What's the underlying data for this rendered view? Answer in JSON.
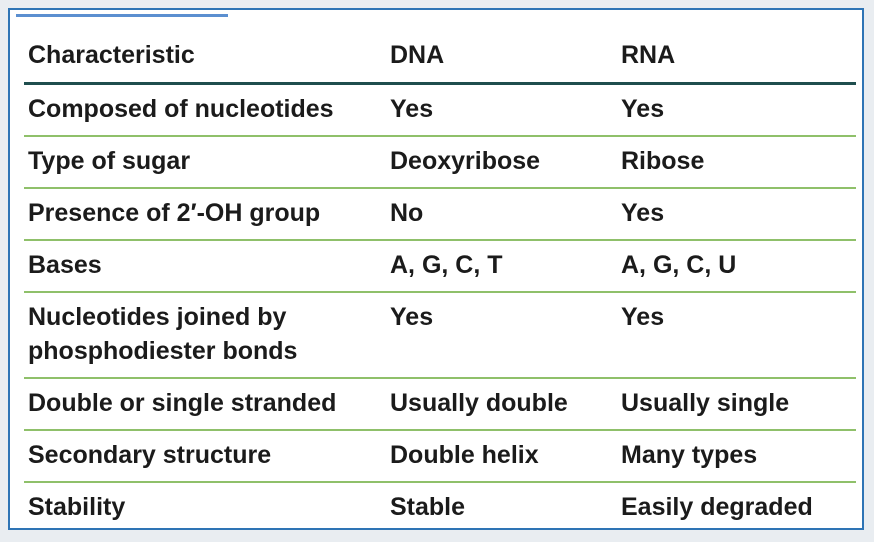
{
  "table": {
    "headers": [
      "Characteristic",
      "DNA",
      "RNA"
    ],
    "rows": [
      {
        "characteristic": [
          "Composed of nucleotides"
        ],
        "dna": "Yes",
        "rna": "Yes"
      },
      {
        "characteristic": [
          "Type of sugar"
        ],
        "dna": "Deoxyribose",
        "rna": "Ribose"
      },
      {
        "characteristic": [
          "Presence of 2′-OH group"
        ],
        "dna": "No",
        "rna": "Yes"
      },
      {
        "characteristic": [
          "Bases"
        ],
        "dna": "A, G, C, T",
        "rna": "A, G, C, U"
      },
      {
        "characteristic": [
          "Nucleotides joined by",
          "phosphodiester bonds"
        ],
        "dna": "Yes",
        "rna": "Yes"
      },
      {
        "characteristic": [
          "Double or single stranded"
        ],
        "dna": "Usually double",
        "rna": "Usually single"
      },
      {
        "characteristic": [
          "Secondary structure"
        ],
        "dna": "Double helix",
        "rna": "Many types"
      },
      {
        "characteristic": [
          "Stability"
        ],
        "dna": "Stable",
        "rna": "Easily degraded"
      }
    ]
  },
  "colors": {
    "frame_border": "#2e74b5",
    "header_rule": "#1f4e4e",
    "row_rule": "#8fc06a",
    "text": "#1b1b1b"
  }
}
